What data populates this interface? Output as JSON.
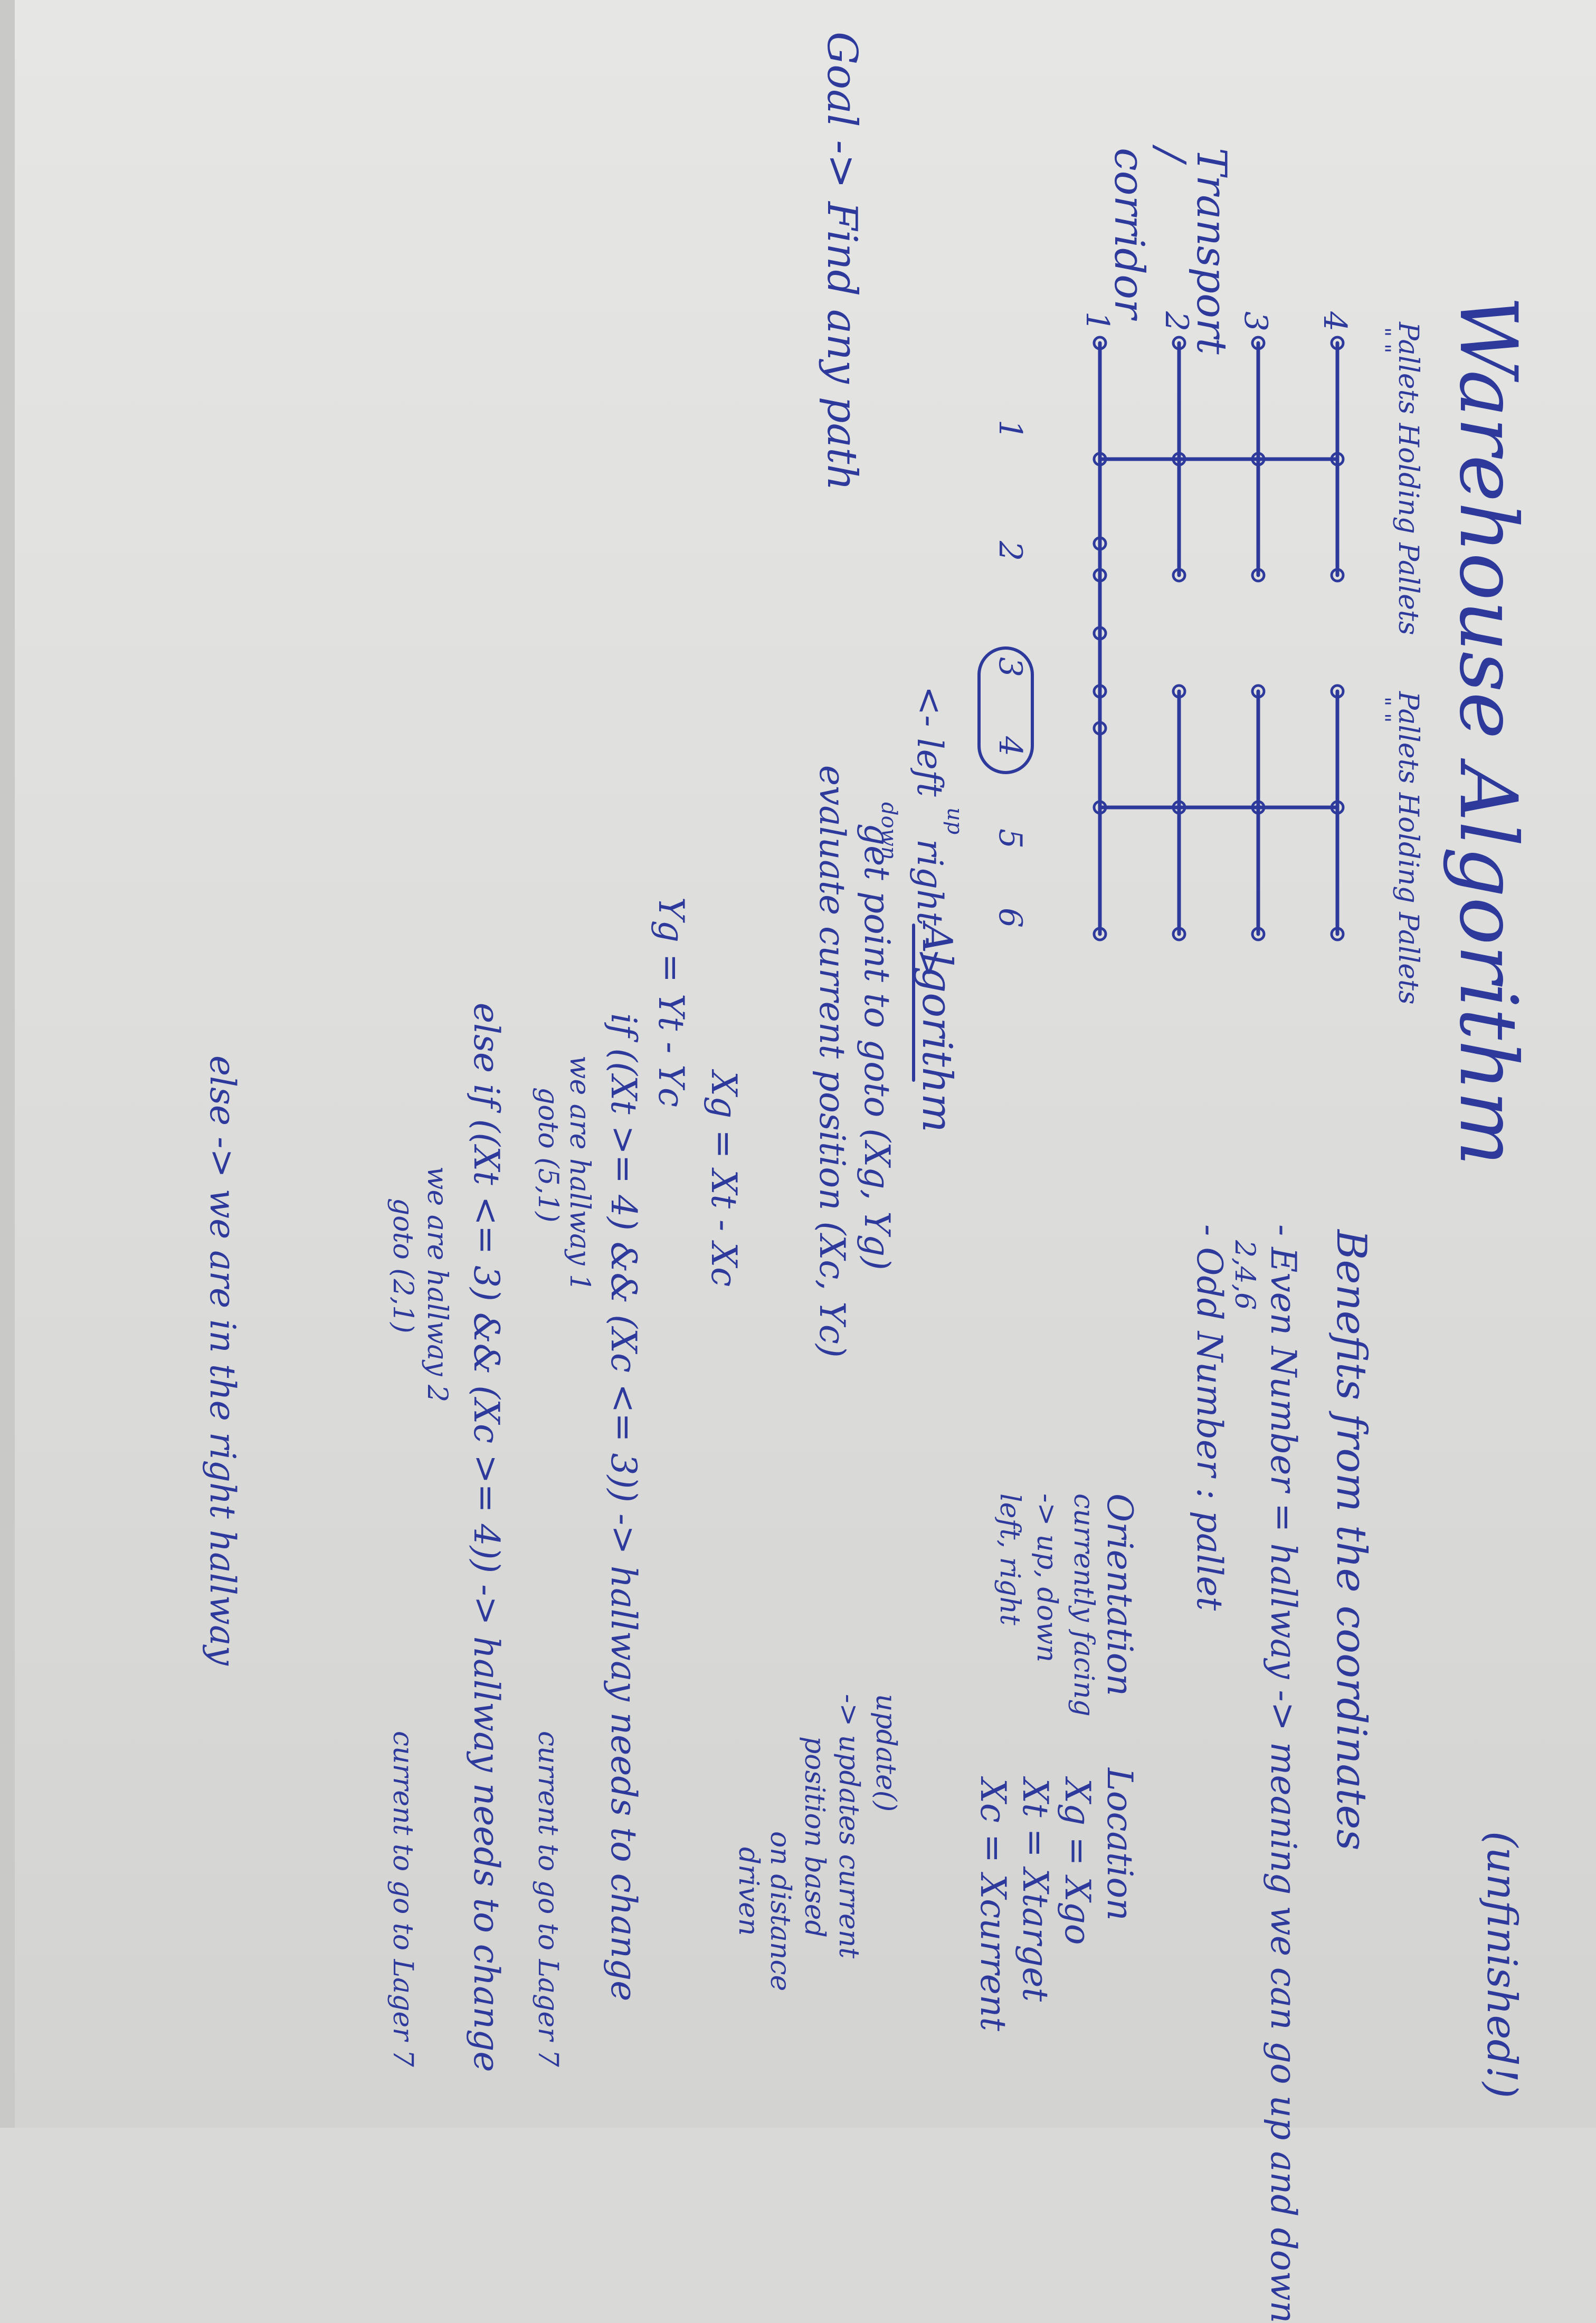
{
  "title": "Warehouse Algorithm",
  "unfinished_note": "(unfinished!)",
  "pallet_labels": {
    "left": "Pallets Holding Pallets",
    "right": "Pallets Holding Pallets",
    "left_ditto": "\"  \"",
    "right_ditto": "\"  \""
  },
  "transport_label": "Transport / corridor",
  "row_labels": [
    "4",
    "3",
    "2",
    "1"
  ],
  "column_labels": [
    "1",
    "2",
    "3",
    "4",
    "5",
    "6"
  ],
  "directions": {
    "left": "<- left",
    "up": "up",
    "right": "right ->",
    "down": "down"
  },
  "goal": "Goal -> Find any path",
  "benefits": {
    "heading": "Benefits from the coordinates",
    "even": "- Even Number = hallway -> meaning we can go up and down",
    "even_examples": "2,4,6",
    "odd": "- Odd Number : pallet"
  },
  "orientation": {
    "col1_heading": "Orientation",
    "col1_lines": [
      "currently facing",
      "-> up, down",
      "left, right"
    ],
    "col2_heading": "Location",
    "col2_lines": [
      "Xg = Xgo",
      "Xt = Xtarget",
      "Xc = Xcurrent"
    ]
  },
  "algorithm": {
    "heading": "Algorithm",
    "lines": [
      "get point to goto (Xg, Yg)",
      "evaluate current position (Xc, Yc)"
    ],
    "update_note": "update()",
    "update_detail": [
      "-> updates current",
      "position based",
      "on distance",
      "driven"
    ],
    "formulas": [
      "Xg = Xt - Xc",
      "Yg = Yt - Yc"
    ],
    "if1": "if ((Xt >= 4) && (Xc <= 3)) -> hallway needs to change",
    "if1_sub_a": [
      "we are hallway 1",
      "goto (5,1)"
    ],
    "if1_sub_b": "current to go to Lager 7",
    "if2": "else if ((Xt <= 3) && (Xc >= 4)) -> hallway needs to change",
    "if2_sub_a": [
      "we are hallway 2",
      "goto (2,1)"
    ],
    "if2_sub_b": "current to go to Lager 7",
    "else": "else -> we are in the right hallway"
  }
}
